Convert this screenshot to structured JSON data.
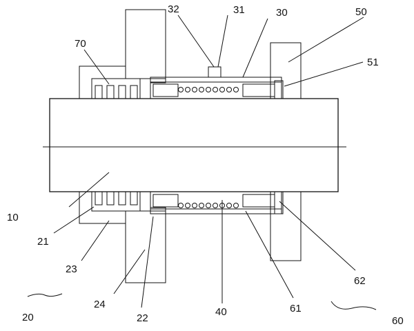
{
  "figure": {
    "labels": {
      "l10": "10",
      "l20": "20",
      "l21": "21",
      "l22": "22",
      "l23": "23",
      "l24": "24",
      "l30": "30",
      "l31": "31",
      "l32": "32",
      "l40": "40",
      "l50": "50",
      "l51": "51",
      "l60": "60",
      "l61": "61",
      "l62": "62",
      "l70": "70"
    }
  }
}
